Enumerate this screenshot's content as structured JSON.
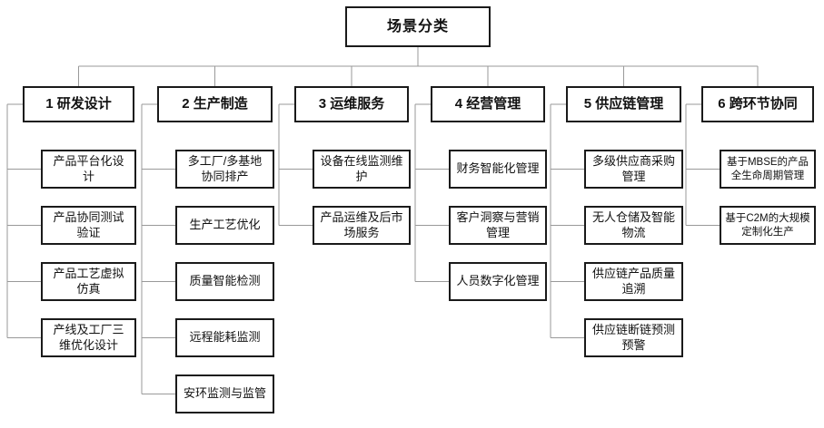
{
  "diagram": {
    "title": "场景分类",
    "root": {
      "label": "场景分类"
    },
    "columns": [
      {
        "label": "1 研发设计",
        "children": [
          "产品平台化设计",
          "产品协同测试验证",
          "产品工艺虚拟仿真",
          "产线及工厂三维优化设计"
        ]
      },
      {
        "label": "2 生产制造",
        "children": [
          "多工厂/多基地协同排产",
          "生产工艺优化",
          "质量智能检测",
          "远程能耗监测",
          "安环监测与监管"
        ]
      },
      {
        "label": "3 运维服务",
        "children": [
          "设备在线监测维护",
          "产品运维及后市场服务"
        ]
      },
      {
        "label": "4 经营管理",
        "children": [
          "财务智能化管理",
          "客户洞察与营销管理",
          "人员数字化管理"
        ]
      },
      {
        "label": "5 供应链管理",
        "children": [
          "多级供应商采购管理",
          "无人仓储及智能物流",
          "供应链产品质量追溯",
          "供应链断链预测预警"
        ]
      },
      {
        "label": "6 跨环节协同",
        "children": [
          "基于MBSE的产品全生命周期管理",
          "基于C2M的大规模定制化生产"
        ]
      }
    ],
    "colors": {
      "background": "#ffffff",
      "box_border": "#1a1a1a",
      "connector": "#999999",
      "text": "#111111"
    }
  }
}
